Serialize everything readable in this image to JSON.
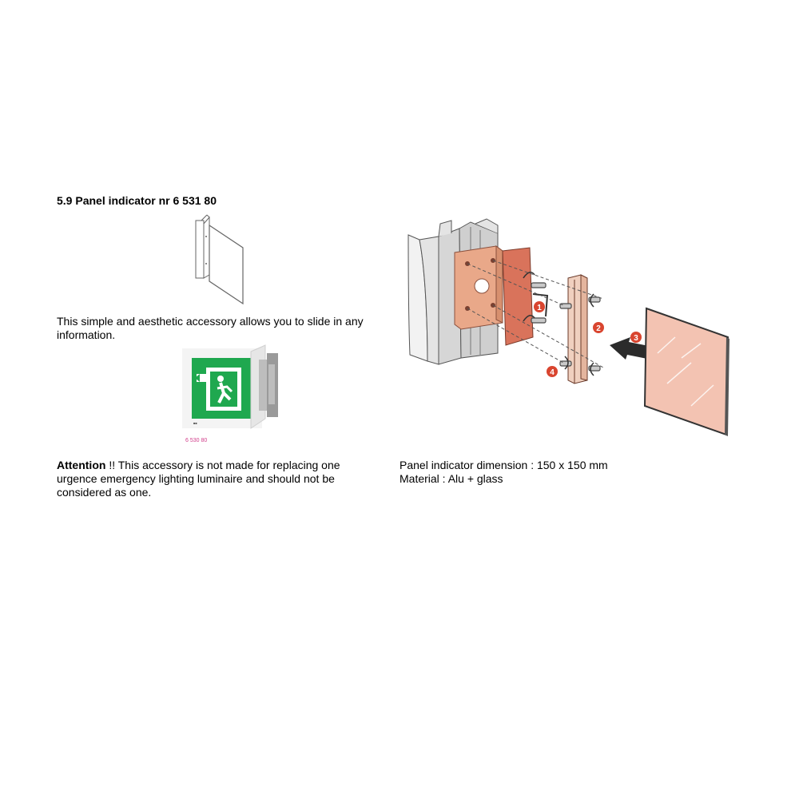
{
  "heading": "5.9 Panel indicator nr 6 531 80",
  "intro": "This simple and aesthetic accessory allows you to slide in any information.",
  "product_code": "6 530 80",
  "attention": {
    "label": "Attention",
    "text": " !! This accessory is not made for replacing one urgence emergency lighting luminaire and should not be considered as one."
  },
  "specs": {
    "dimension": "Panel indicator dimension : 150 x 150 mm",
    "material": "Material : Alu + glass"
  },
  "steps": [
    "1",
    "2",
    "3",
    "4"
  ],
  "colors": {
    "copper": "#e9a889",
    "gasket": "#d9735b",
    "badge": "#d9452f",
    "exit_green": "#1fa84f",
    "glass": "#f3c3b2"
  }
}
